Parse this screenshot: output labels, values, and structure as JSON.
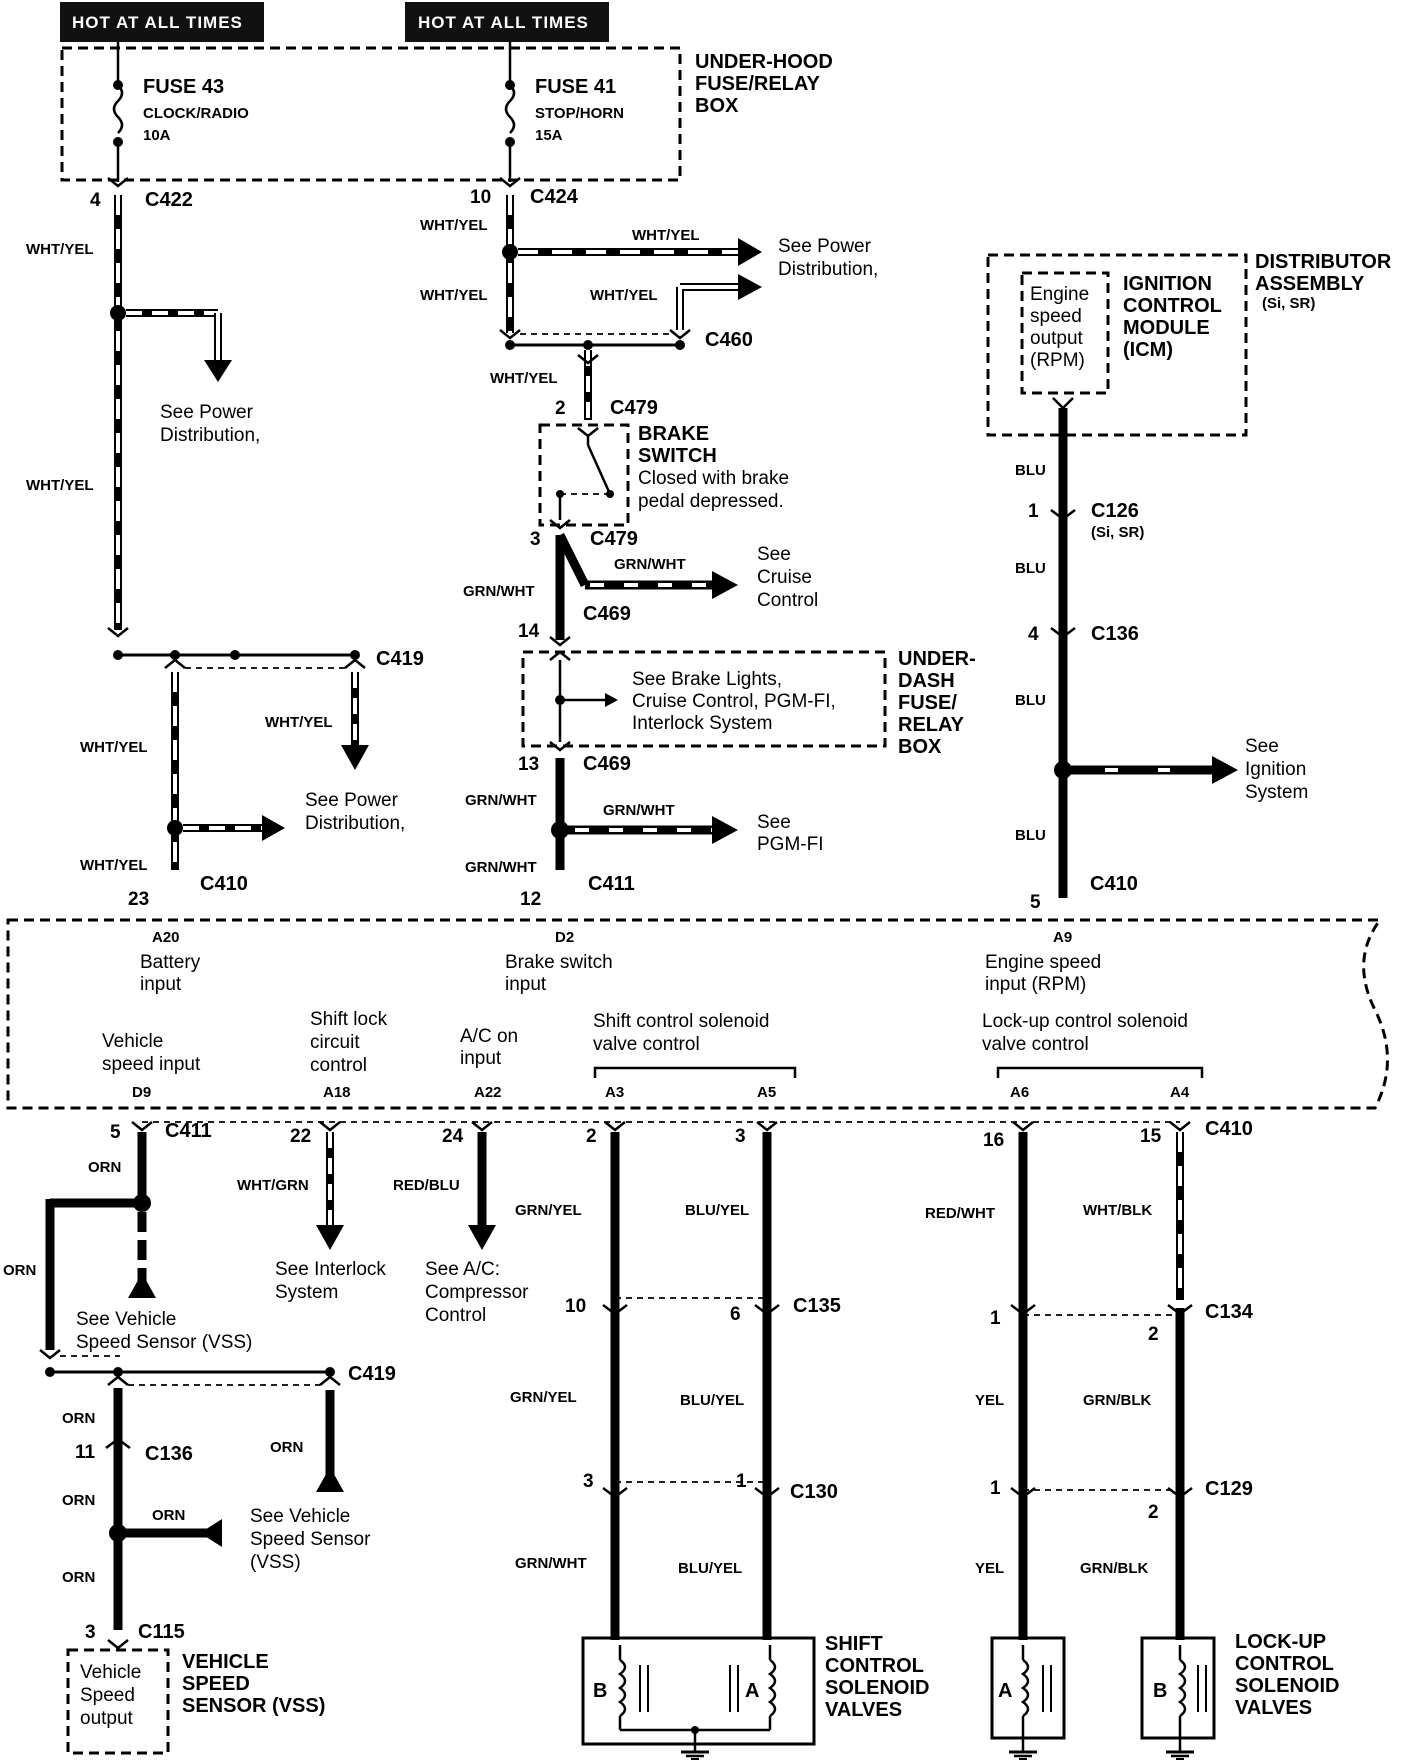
{
  "hot_labels": [
    "HOT AT ALL TIMES",
    "HOT AT ALL TIMES"
  ],
  "underhood_box": {
    "title": [
      "UNDER-HOOD",
      "FUSE/RELAY",
      "BOX"
    ]
  },
  "fuse43": {
    "name": "FUSE 43",
    "circuit": "CLOCK/RADIO",
    "rating": "10A"
  },
  "fuse41": {
    "name": "FUSE 41",
    "circuit": "STOP/HORN",
    "rating": "15A"
  },
  "distributor": {
    "title": [
      "DISTRIBUTOR",
      "ASSEMBLY"
    ],
    "note": "(Si, SR)",
    "icm": [
      "IGNITION",
      "CONTROL",
      "MODULE",
      "(ICM)"
    ],
    "output": [
      "Engine",
      "speed",
      "output",
      "(RPM)"
    ]
  },
  "brake_switch": {
    "title": [
      "BRAKE",
      "SWITCH"
    ],
    "note": [
      "Closed with brake",
      "pedal depressed."
    ]
  },
  "underdash_box": {
    "title": [
      "UNDER-",
      "DASH",
      "FUSE/",
      "RELAY",
      "BOX"
    ],
    "note": [
      "See Brake Lights,",
      "Cruise Control, PGM-FI,",
      "Interlock System"
    ]
  },
  "refs": {
    "power1": [
      "See Power",
      "Distribution,"
    ],
    "power2": [
      "See Power",
      "Distribution,"
    ],
    "power3": [
      "See Power",
      "Distribution,"
    ],
    "cruise": [
      "See",
      "Cruise",
      "Control"
    ],
    "pgmfi": [
      "See",
      "PGM-FI"
    ],
    "ignition": [
      "See",
      "Ignition",
      "System"
    ],
    "interlock": [
      "See Interlock",
      "System"
    ],
    "ac": [
      "See A/C:",
      "Compressor",
      "Control"
    ],
    "vss1": [
      "See Vehicle",
      "Speed Sensor (VSS)"
    ],
    "vss2": [
      "See Vehicle",
      "Speed Sensor",
      "(VSS)"
    ]
  },
  "connectors": {
    "c422": "C422",
    "c424": "C424",
    "c460": "C460",
    "c479a": "C479",
    "c479b": "C479",
    "c469a": "C469",
    "c469b": "C469",
    "c419a": "C419",
    "c419b": "C419",
    "c410a": "C410",
    "c410b": "C410",
    "c410c": "C410",
    "c411a": "C411",
    "c411b": "C411",
    "c126": "C126",
    "c126note": "(Si, SR)",
    "c136a": "C136",
    "c136b": "C136",
    "c135": "C135",
    "c130": "C130",
    "c134": "C134",
    "c129": "C129",
    "c115": "C115"
  },
  "pins": {
    "p4": "4",
    "p10": "10",
    "p2": "2",
    "p3": "3",
    "p14": "14",
    "p13": "13",
    "p23": "23",
    "p12": "12",
    "p1": "1",
    "p4b": "4",
    "p5": "5",
    "l5": "5",
    "l22": "22",
    "l24": "24",
    "l2": "2",
    "l3": "3",
    "l16": "16",
    "l15": "15",
    "s10": "10",
    "s6": "6",
    "s3": "3",
    "s1": "1",
    "k1a": "1",
    "k2a": "2",
    "k1b": "1",
    "k2b": "2",
    "v11": "11",
    "v3": "3"
  },
  "wires": {
    "w1": "WHT/YEL",
    "w2": "WHT/YEL",
    "w3": "WHT/YEL",
    "w4": "WHT/YEL",
    "w5": "WHT/YEL",
    "w6": "WHT/YEL",
    "w7": "WHT/YEL",
    "w8": "WHT/YEL",
    "w9": "WHT/YEL",
    "w10": "WHT/YEL",
    "g1": "GRN/WHT",
    "g2": "GRN/WHT",
    "g3": "GRN/WHT",
    "g4": "GRN/WHT",
    "g5": "GRN/WHT",
    "b1": "BLU",
    "b2": "BLU",
    "b3": "BLU",
    "b4": "BLU",
    "o1": "ORN",
    "o2": "ORN",
    "o3": "ORN",
    "o4": "ORN",
    "o5": "ORN",
    "o6": "ORN",
    "o7": "ORN",
    "wg": "WHT/GRN",
    "rb": "RED/BLU",
    "gy1": "GRN/YEL",
    "gy2": "GRN/YEL",
    "gw": "GRN/WHT",
    "by1": "BLU/YEL",
    "by2": "BLU/YEL",
    "by3": "BLU/YEL",
    "rw": "RED/WHT",
    "wb": "WHT/BLK",
    "y1": "YEL",
    "y2": "YEL",
    "gb1": "GRN/BLK",
    "gb2": "GRN/BLK"
  },
  "pcm": {
    "a20": "A20",
    "battery": [
      "Battery",
      "input"
    ],
    "d2": "D2",
    "brake": [
      "Brake switch",
      "input"
    ],
    "a9": "A9",
    "engine": [
      "Engine speed",
      "input (RPM)"
    ],
    "d9": "D9",
    "vehicle": [
      "Vehicle",
      "speed input"
    ],
    "a18": "A18",
    "shiftlock": [
      "Shift lock",
      "circuit",
      "control"
    ],
    "a22": "A22",
    "ac": [
      "A/C on",
      "input"
    ],
    "shift": [
      "Shift control solenoid",
      "valve control"
    ],
    "a3": "A3",
    "a5": "A5",
    "lockup": [
      "Lock-up control solenoid",
      "valve control"
    ],
    "a6": "A6",
    "a4": "A4"
  },
  "vss": {
    "output": [
      "Vehicle",
      "Speed",
      "output"
    ],
    "title": [
      "VEHICLE",
      "SPEED",
      "SENSOR (VSS)"
    ]
  },
  "shift_valves": {
    "title": [
      "SHIFT",
      "CONTROL",
      "SOLENOID",
      "VALVES"
    ],
    "b": "B",
    "a": "A"
  },
  "lockup_valves": {
    "title": [
      "LOCK-UP",
      "CONTROL",
      "SOLENOID",
      "VALVES"
    ],
    "a": "A",
    "b": "B"
  }
}
